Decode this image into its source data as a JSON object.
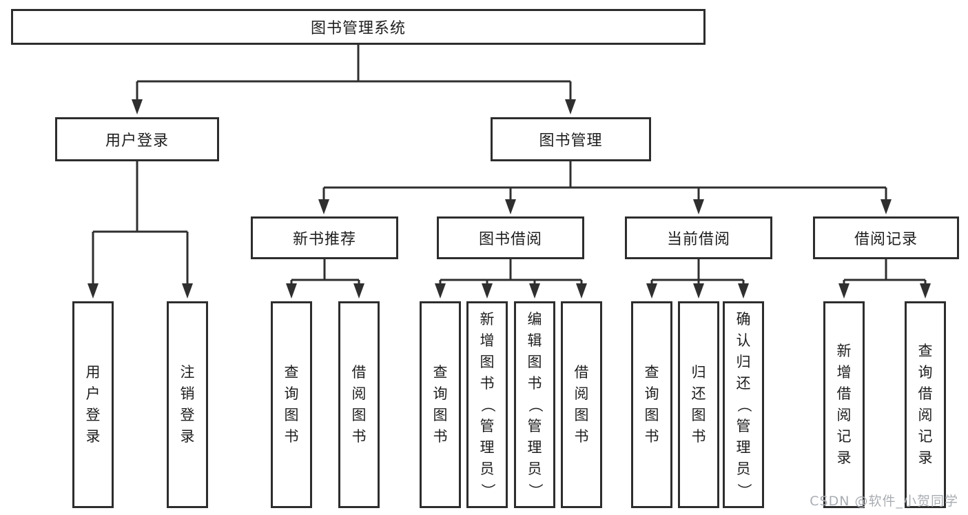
{
  "diagram": {
    "root": {
      "label": "图书管理系统"
    },
    "level2": [
      {
        "id": "user-login",
        "label": "用户登录"
      },
      {
        "id": "book-management",
        "label": "图书管理"
      }
    ],
    "level3": [
      {
        "id": "new-book-recommend",
        "label": "新书推荐"
      },
      {
        "id": "book-borrowing",
        "label": "图书借阅"
      },
      {
        "id": "current-borrowing",
        "label": "当前借阅"
      },
      {
        "id": "borrowing-records",
        "label": "借阅记录"
      }
    ],
    "leaves": {
      "user_login": [
        "用户登录",
        "注销登录"
      ],
      "new_book_recommend": [
        "查询图书",
        "借阅图书"
      ],
      "book_borrowing": [
        "查询图书",
        "新增图书（管理员）",
        "编辑图书（管理员）",
        "借阅图书"
      ],
      "current_borrowing": [
        "查询图书",
        "归还图书",
        "确认归还（管理员）"
      ],
      "borrowing_records": [
        "新增借阅记录",
        "查询借阅记录"
      ]
    }
  },
  "watermark": "CSDN @软件_小贺同学",
  "colors": {
    "line": "#2f2f2f",
    "box_border": "#2d2d2d",
    "box_fill": "#ffffff",
    "text": "#1e1e1e",
    "watermark": "#a9adb2",
    "background": "#ffffff"
  }
}
